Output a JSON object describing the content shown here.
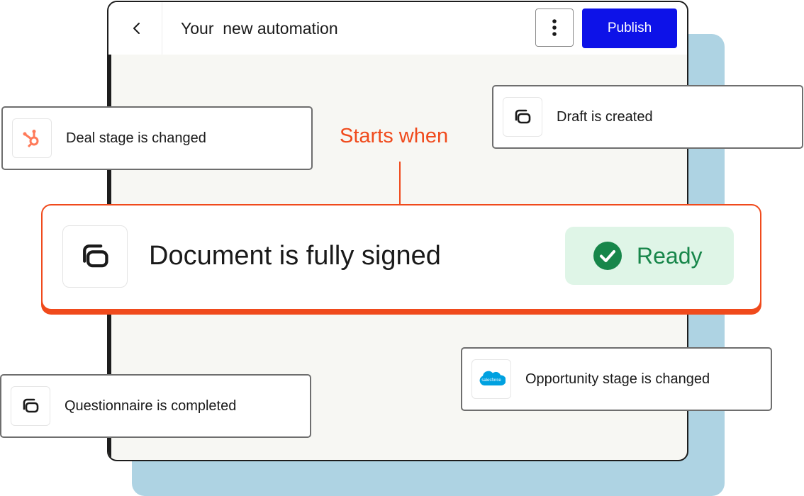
{
  "window": {
    "title": "Your  new automation",
    "publish_label": "Publish"
  },
  "connector_label": "Starts when",
  "trigger_cards": {
    "deal": {
      "label": "Deal stage is changed",
      "icon": "hubspot-icon"
    },
    "draft": {
      "label": "Draft is created",
      "icon": "document-stack-icon"
    },
    "questionnaire": {
      "label": "Questionnaire is completed",
      "icon": "document-stack-icon"
    },
    "opportunity": {
      "label": "Opportunity stage is changed",
      "icon": "salesforce-icon",
      "logo_text": "salesforce"
    }
  },
  "main_trigger": {
    "label": "Document is fully signed",
    "status": "Ready",
    "icon": "document-stack-icon"
  },
  "colors": {
    "accent": "#f04a1c",
    "publish": "#0d12e8",
    "ready_bg": "#dff5e7",
    "ready_text": "#17864a",
    "backdrop": "#aed3e3",
    "hubspot": "#ff7a59",
    "salesforce": "#00a1e0"
  }
}
